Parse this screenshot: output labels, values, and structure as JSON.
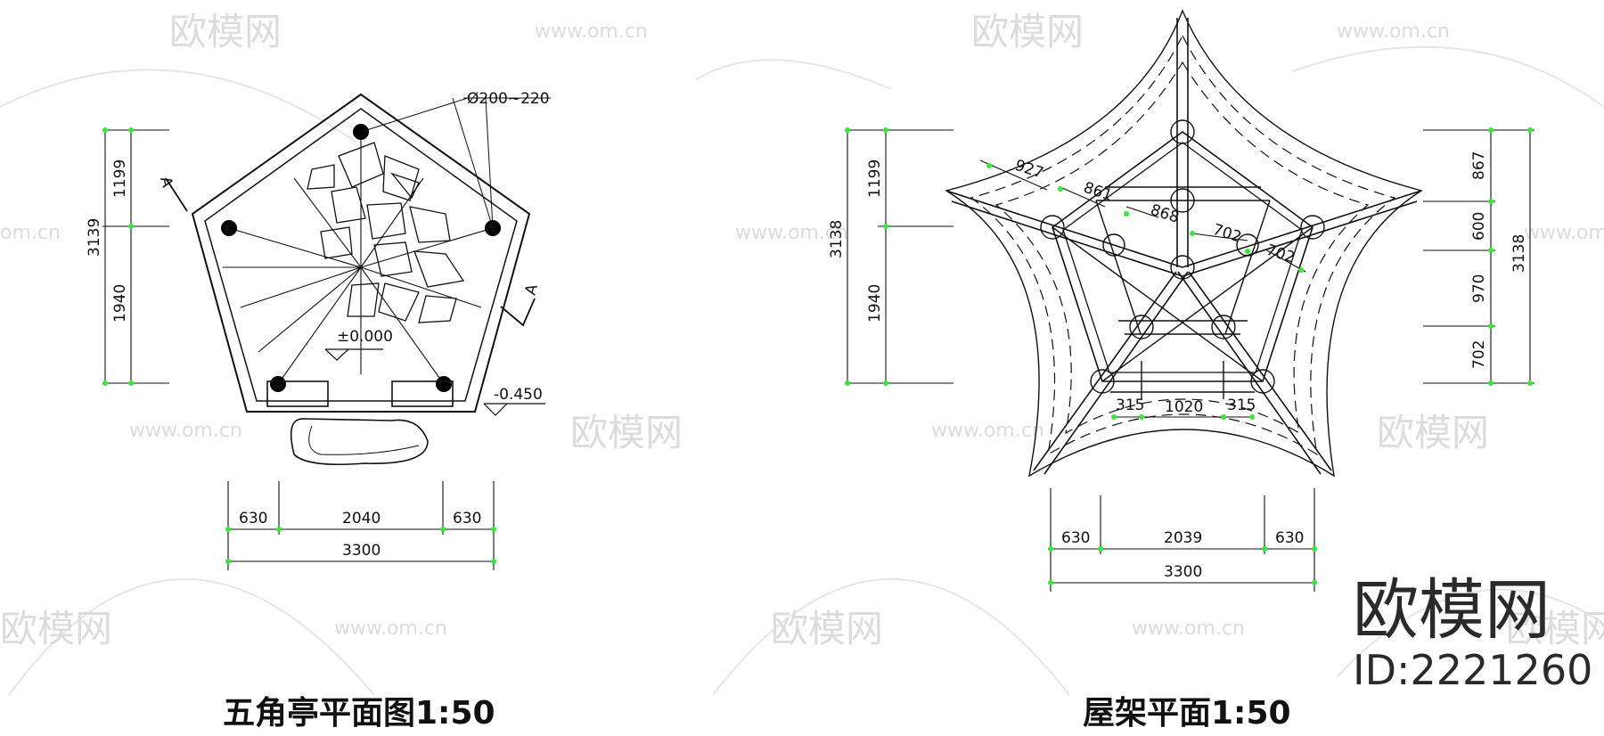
{
  "left_plan": {
    "title": "五角亭平面图1:50",
    "column_note": "Ø200~220",
    "level_floor": "±0.000",
    "level_outer": "-0.450",
    "section_mark_a1": "A",
    "section_mark_a2": "A",
    "dim_height_total": "3139",
    "dim_height_upper": "1199",
    "dim_height_lower": "1940",
    "dim_bottom_left": "630",
    "dim_bottom_mid": "2040",
    "dim_bottom_right": "630",
    "dim_bottom_total": "3300"
  },
  "roof_plan": {
    "title": "屋架平面1:50",
    "dim_rafter_927": "927",
    "dim_861": "861",
    "dim_868": "868",
    "dim_702a": "702",
    "dim_702b": "702",
    "dim_inner_315_left": "315",
    "dim_inner_1020": "1020",
    "dim_inner_315_right": "315",
    "dim_left_total": "3138",
    "dim_left_upper": "1199",
    "dim_left_lower": "1940",
    "dim_right_total": "3138",
    "dim_right_867": "867",
    "dim_right_600": "600",
    "dim_right_970": "970",
    "dim_right_702": "702",
    "dim_bottom_left": "630",
    "dim_bottom_mid": "2039",
    "dim_bottom_right": "630",
    "dim_bottom_total": "3300"
  },
  "watermarks": {
    "brand_cn": "欧模网",
    "url": "www.om.cn",
    "url_partial": "om.cn"
  },
  "brand": {
    "name": "欧模网",
    "id_text": "ID:2221260"
  }
}
